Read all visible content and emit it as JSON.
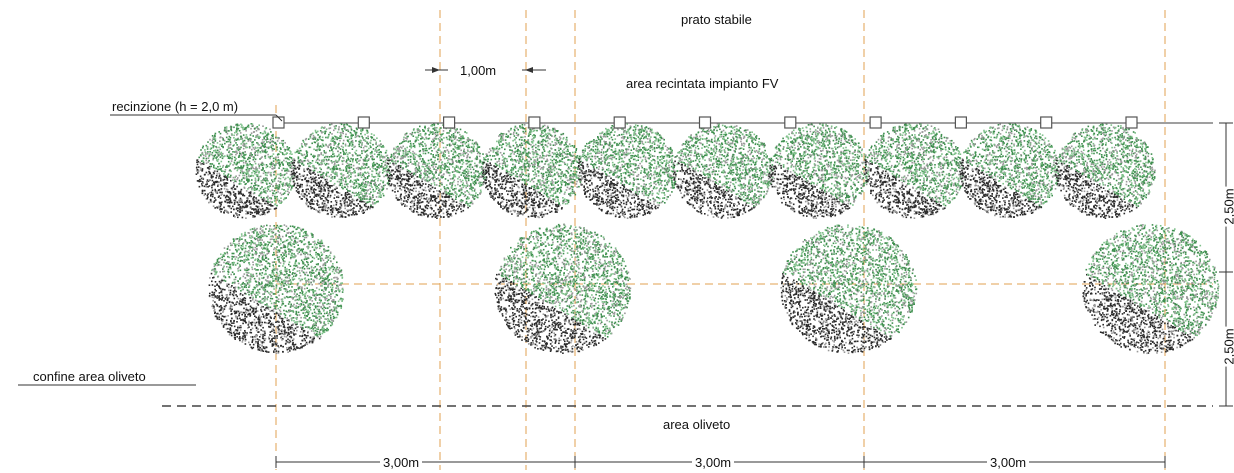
{
  "labels": {
    "top": "prato stabile",
    "fenced_area": "area recintata impianto FV",
    "fence": "recinzione (h = 2,0 m)",
    "boundary": "confine area oliveto",
    "bottom": "area oliveto"
  },
  "dimensions": {
    "spacing_top": "1,00m",
    "row_gap_upper": "2,50m",
    "row_gap_lower": "2,50m",
    "horizontal": [
      "3,00m",
      "3,00m",
      "3,00m"
    ]
  },
  "colors": {
    "line": "#555555",
    "guide": "#e0a050",
    "foliage_green": "#3f8f4f",
    "foliage_light": "#7fc08a",
    "foliage_dark": "#2b2b2b"
  },
  "counts": {
    "fence_posts": 11,
    "front_shrubs": 10,
    "back_trees": 4
  }
}
